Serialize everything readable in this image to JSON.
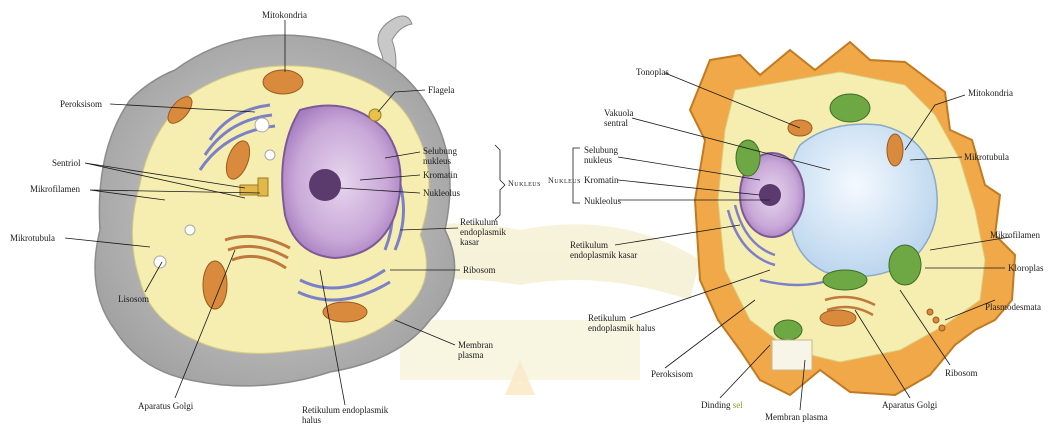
{
  "animal_cell": {
    "labels": {
      "mitokondria": "Mitokondria",
      "flagela": "Flagela",
      "peroksisom": "Peroksisom",
      "sentriol": "Sentriol",
      "mikrofilamen": "Mikrofilamen",
      "selubung_nukleus": "Selubung\nnukleus",
      "kromatin": "Kromatin",
      "nukleolus": "Nukleolus",
      "nukleus_group": "Nukleus",
      "retikulum_kasar": "Retikulum\nendoplasmik\nkasar",
      "mikrotubula": "Mikrotubula",
      "lisosom": "Lisosom",
      "ribosom": "Ribosom",
      "membran_plasma": "Membran\nplasma",
      "aparatus_golgi": "Aparatus Golgi",
      "retikulum_halus": "Retikulum endoplasmik\nhalus"
    }
  },
  "plant_cell": {
    "labels": {
      "tonoplas": "Tonoplas",
      "vakuola_sentral": "Vakuola\nsentral",
      "mitokondria": "Mitokondria",
      "selubung_nukleus": "Selubung\nnukleus",
      "nukleus_group": "Nukleus",
      "kromatin": "Kromatin",
      "nukleolus": "Nukleolus",
      "mikrotubula": "Mikrotubula",
      "retikulum_kasar": "Retikulum\nendoplasmik kasar",
      "mikrofilamen": "Mikrofilamen",
      "kloroplas": "Kloroplas",
      "retikulum_halus": "Retikulum\nendoplasmik halus",
      "plasmodesmata": "Plasmodesmata",
      "peroksisom": "Peroksisom",
      "ribosom": "Ribosom",
      "dinding_sel_word1": "Dinding",
      "dinding_sel_word2": "sel",
      "membran_plasma": "Membran plasma",
      "aparatus_golgi": "Aparatus Golgi"
    }
  },
  "colors": {
    "cytoplasm": "#f5eeb0",
    "animal_membrane": "#b8b8b8",
    "nucleus": "#c9a8d8",
    "nucleolus": "#5b3a6e",
    "mitochondria": "#d98a3c",
    "er": "#8b8fcf",
    "cell_wall": "#f0a848",
    "vacuole": "#cfe3f5",
    "chloroplast": "#6ea845",
    "dinding_sel_accent": "#8aa030"
  }
}
